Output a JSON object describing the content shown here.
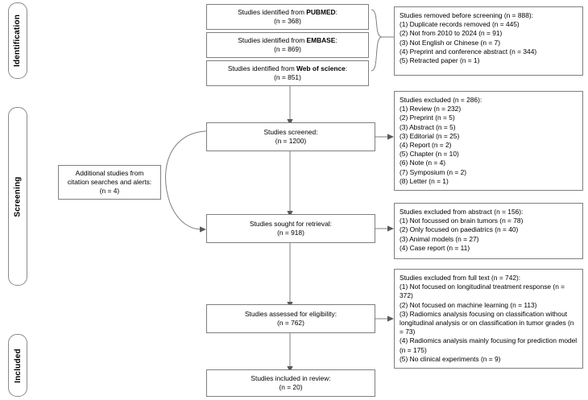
{
  "phases": [
    {
      "label": "Identification"
    },
    {
      "label": "Screening"
    },
    {
      "label": "Included"
    }
  ],
  "sources": [
    {
      "prefix": "Studies identified from ",
      "name": "PUBMED",
      "suffix": ":",
      "count": "(n = 368)"
    },
    {
      "prefix": "Studies identified from ",
      "name": "EMBASE",
      "suffix": ":",
      "count": "(n = 869)"
    },
    {
      "prefix": "Studies identified from ",
      "name": "Web of science",
      "suffix": ":",
      "count": "(n = 851)"
    }
  ],
  "additional": {
    "line1": "Additional studies from",
    "line2": "citation searches and alerts:",
    "count": "(n = 4)"
  },
  "flow": [
    {
      "label": "Studies screened:",
      "count": "(n = 1200)"
    },
    {
      "label": "Studies sought for retrieval:",
      "count": "(n = 918)"
    },
    {
      "label": "Studies assessed for eligibility:",
      "count": "(n = 762)"
    },
    {
      "label": "Studies included in review:",
      "count": "(n = 20)"
    }
  ],
  "exclusions": [
    {
      "heading": "Studies removed before screening (n = 888):",
      "items": [
        "(1) Duplicate records removed (n = 445)",
        "(2) Not from 2010 to 2024 (n = 91)",
        "(3) Not English or Chinese (n = 7)",
        "(4) Preprint and conference abstract (n = 344)",
        "(5) Retracted paper (n = 1)"
      ]
    },
    {
      "heading": "Studies excluded (n = 286):",
      "items": [
        "(1) Review (n = 232)",
        "(2) Preprint (n = 5)",
        "(3) Abstract (n = 5)",
        "(3) Editorial (n = 25)",
        "(4) Report (n = 2)",
        "(5) Chapter (n = 10)",
        "(6) Note (n = 4)",
        "(7) Symposium (n = 2)",
        "(8) Letter (n = 1)"
      ]
    },
    {
      "heading": "Studies excluded from abstract (n = 156):",
      "items": [
        "(1) Not focussed on brain tumors (n = 78)",
        "(2) Only focused on paediatrics (n = 40)",
        "(3) Animal models (n = 27)",
        "(4) Case report (n = 11)"
      ]
    },
    {
      "heading": "Studies excluded from full text (n = 742):",
      "items": [
        "(1) Not focused on longitudinal treatment response (n = 372)",
        "(2) Not focused on machine learning (n = 113)",
        "(3) Radiomics analysis focusing on classification without longitudinal analysis or on classification in tumor grades (n = 73)",
        "(4) Radiomics analysis mainly focusing for prediction model (n = 175)",
        "(5) No clinical experiments (n = 9)"
      ]
    }
  ]
}
